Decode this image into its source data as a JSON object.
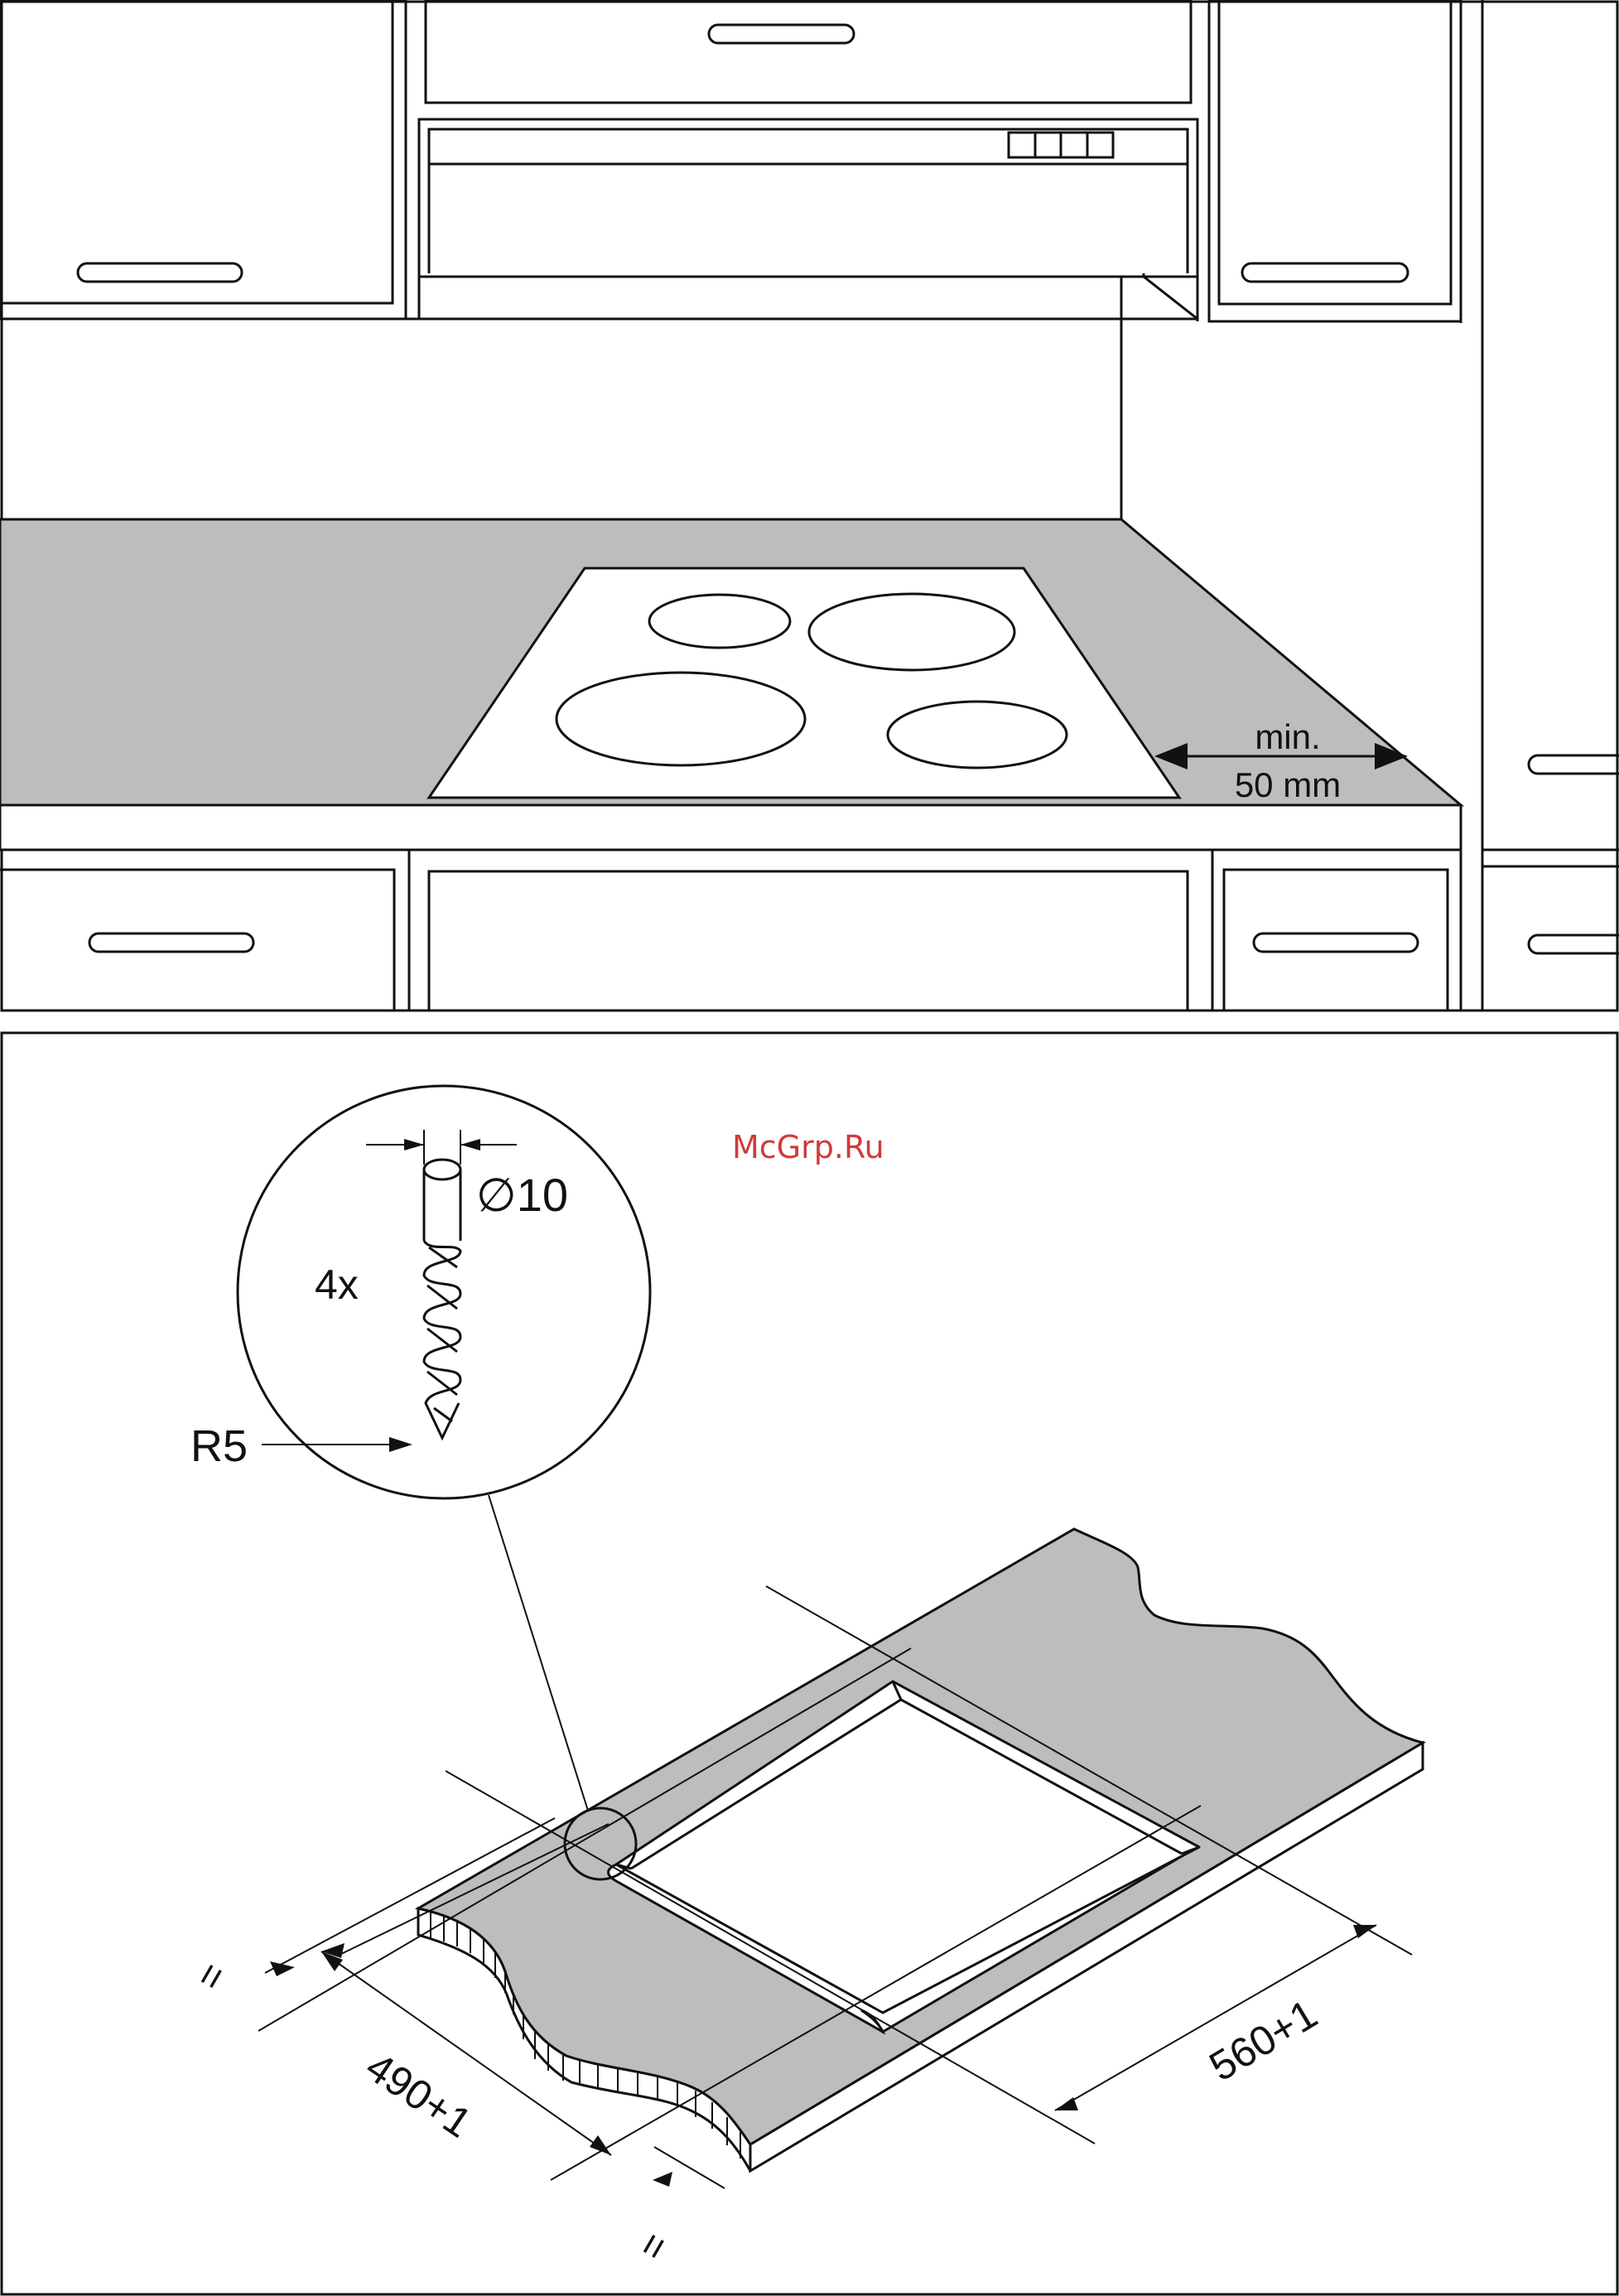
{
  "kitchen_panel": {
    "clearance_label_line1": "min.",
    "clearance_label_line2": "50 mm"
  },
  "cutout_panel": {
    "drill_diameter_label": "∅10",
    "drill_count_label": "4x",
    "corner_radius_label": "R5",
    "depth_dimension_label": "490+1",
    "width_dimension_label": "560+1",
    "equal_mark_label": "="
  },
  "watermark": "McGrp.Ru",
  "colors": {
    "line": "#111111",
    "countertop_fill": "#bdbdbd",
    "background": "#ffffff",
    "watermark": "#d03a3a"
  }
}
